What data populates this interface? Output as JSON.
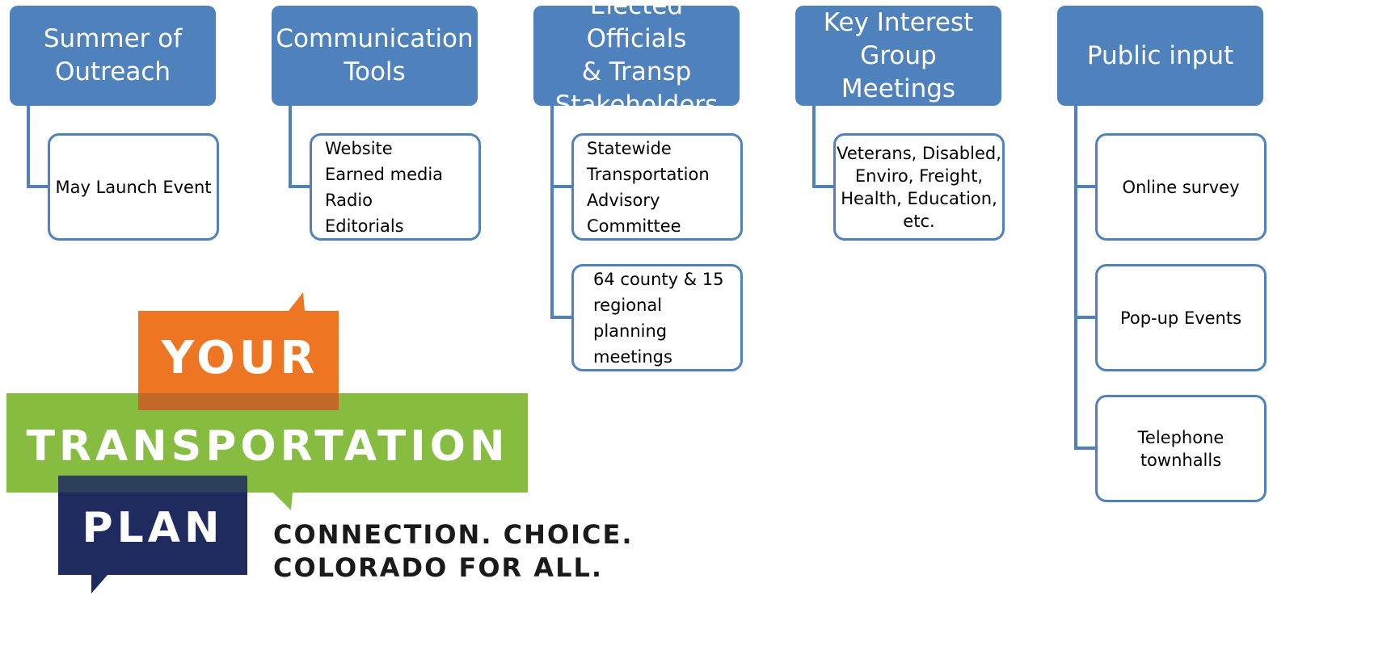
{
  "colors": {
    "box_blue": "#4f81bd",
    "logo_orange": "#ee7623",
    "logo_green": "#86bd40",
    "logo_navy": "#1f2a5e",
    "logo_tagline": "#1a1a1a"
  },
  "columns": [
    {
      "header": "Summer of\nOutreach",
      "children": [
        "May Launch Event"
      ]
    },
    {
      "header": "Communication\nTools",
      "children": [
        "Website\nEarned media\nRadio\nEditorials"
      ]
    },
    {
      "header": "Elected Officials\n& Transp\nStakeholders",
      "children": [
        "Statewide\nTransportation\nAdvisory\nCommittee",
        "64 county & 15\nregional planning\nmeetings"
      ]
    },
    {
      "header": "Key Interest\nGroup Meetings",
      "children": [
        "Veterans, Disabled,\nEnviro, Freight,\nHealth, Education,\netc."
      ]
    },
    {
      "header": "Public input",
      "children": [
        "Online survey",
        "Pop-up Events",
        "Telephone\ntownhalls"
      ]
    }
  ],
  "logo": {
    "word1": "YOUR",
    "word2": "TRANSPORTATION",
    "word3": "PLAN",
    "tagline_line1": "CONNECTION. CHOICE.",
    "tagline_line2": "COLORADO FOR ALL."
  }
}
